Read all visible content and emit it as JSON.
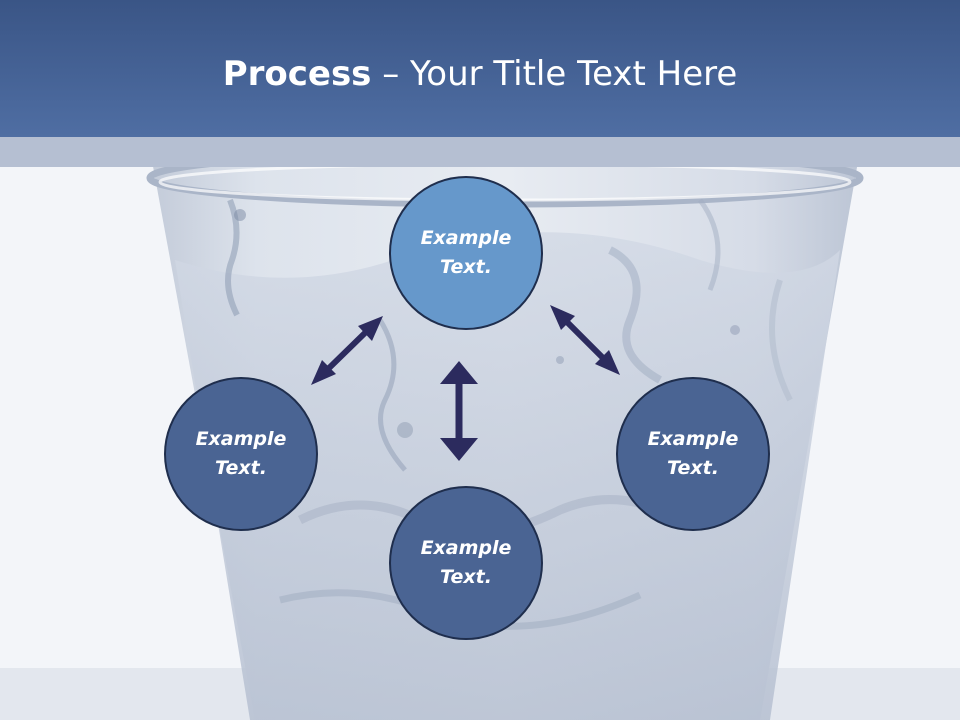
{
  "slide": {
    "title_bold": "Process",
    "title_rest": " – Your Title Text Here"
  },
  "nodes": {
    "top": {
      "text": "Example Text."
    },
    "left": {
      "text": "Example Text."
    },
    "right": {
      "text": "Example Text."
    },
    "bottom": {
      "text": "Example Text."
    }
  },
  "colors": {
    "header": "#3f5a8c",
    "node_fill": "#4a6493",
    "top_node_fill": "#6698cb",
    "arrow": "#2c2b5e"
  }
}
